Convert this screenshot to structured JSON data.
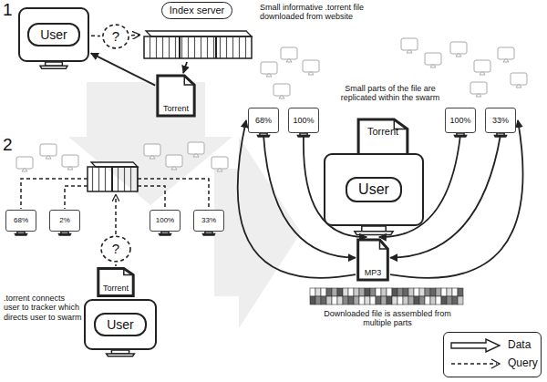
{
  "diagram": {
    "nodes": [
      {
        "text": [
          "User"
        ]
      },
      {
        "text": [
          "?"
        ]
      },
      {
        "text": [
          "Index server"
        ]
      },
      {
        "text": [
          "Torrent"
        ]
      },
      {
        "text": [
          "68%"
        ]
      },
      {
        "text": [
          "2%"
        ]
      },
      {
        "text": [
          "100%"
        ]
      },
      {
        "text": [
          "33%"
        ]
      },
      {
        "text": [
          "?"
        ]
      },
      {
        "text": [
          "Torrent"
        ]
      },
      {
        "text": [
          "User"
        ]
      },
      {
        "text": [
          "68%"
        ]
      },
      {
        "text": [
          "100%"
        ]
      },
      {
        "text": [
          "100%"
        ]
      },
      {
        "text": [
          "33%"
        ]
      },
      {
        "text": [
          "Torrent"
        ]
      },
      {
        "text": [
          "User"
        ]
      },
      {
        "text": [
          "MP3"
        ]
      }
    ],
    "edges": [
      {
        "from": 0,
        "to": 1,
        "arrow": "none"
      },
      {
        "from": 1,
        "to": 2,
        "arrow": "to"
      },
      {
        "from": 2,
        "to": 3,
        "arrow": "to"
      },
      {
        "from": 3,
        "to": 0,
        "arrow": "to"
      },
      {
        "from": 9,
        "to": 8,
        "arrow": "none"
      },
      {
        "from": 11,
        "to": 17,
        "arrow": "to"
      },
      {
        "from": 12,
        "to": 17,
        "arrow": "to"
      },
      {
        "from": 13,
        "to": 17,
        "arrow": "to"
      },
      {
        "from": 14,
        "to": 17,
        "arrow": "to"
      },
      {
        "from": 17,
        "to": 11,
        "arrow": "to"
      },
      {
        "from": 17,
        "to": 14,
        "arrow": "to"
      }
    ],
    "labels": [
      "1",
      "Small informative .torrent file downloaded from website",
      "2",
      ".torrent connects user to tracker which directs user to swarm",
      "Small parts of the file are replicated within the swarm",
      "Downloaded file is assembled from multiple parts"
    ],
    "legend": [
      {
        "text": "Data"
      },
      {
        "text": "Query"
      }
    ]
  }
}
